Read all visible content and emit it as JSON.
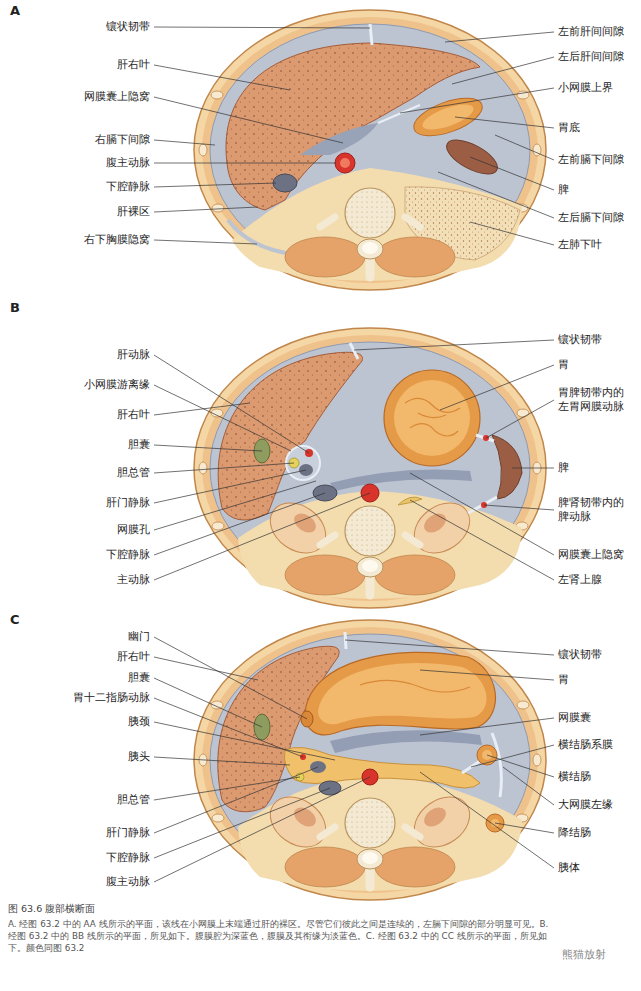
{
  "diagram": {
    "caption": "图 63.6 腹部横断面",
    "labels": [
      "A",
      "镶状韧带",
      "肝右叶",
      "网膜囊上隐窝",
      "右膈下间隙",
      "腹主动脉",
      "下腔静脉",
      "肝裸区",
      "右下胸膜隐窝",
      "左前肝间间隙",
      "左后肝间间隙",
      "小网膜上界",
      "胃底",
      "左前膈下间隙",
      "脾",
      "左后膈下间隙",
      "左肺下叶",
      "B",
      "肝动脉",
      "小网膜游离缘",
      "肝右叶",
      "胆囊",
      "胆总管",
      "肝门静脉",
      "网膜孔",
      "下腔静脉",
      "主动脉",
      "镶状韧带",
      "胃",
      "胃脾韧带内的 左胃网膜动脉",
      "脾",
      "脾肾韧带内的 脾动脉",
      "网膜囊上隐窝",
      "左肾上腺",
      "C",
      "幽门",
      "肝右叶",
      "胆囊",
      "胃十二指肠动脉",
      "胰颈",
      "胰头",
      "胆总管",
      "肝门静脉",
      "下腔静脉",
      "腹主动脉",
      "镶状韧带",
      "胃",
      "网膜囊",
      "横结肠系膜",
      "横结肠",
      "大网膜左缘",
      "降结肠",
      "胰体",
      "A. 经图 63.2 中的 AA 线所示的平面，该线在小网膜上末端通过肝的裸区。尽管它们彼此之间是连续的，左膈下间隙的部分明显可见。B. 经图 63.2 中的 BB 线所示的平面，所见如下。腹膜腔为深蓝色，腹膜及其衔缘为淡蓝色。C. 经图 63.2 中的 CC 线所示的平面，所见如下。颜色同图 63.2",
      "熊猫放射"
    ]
  }
}
